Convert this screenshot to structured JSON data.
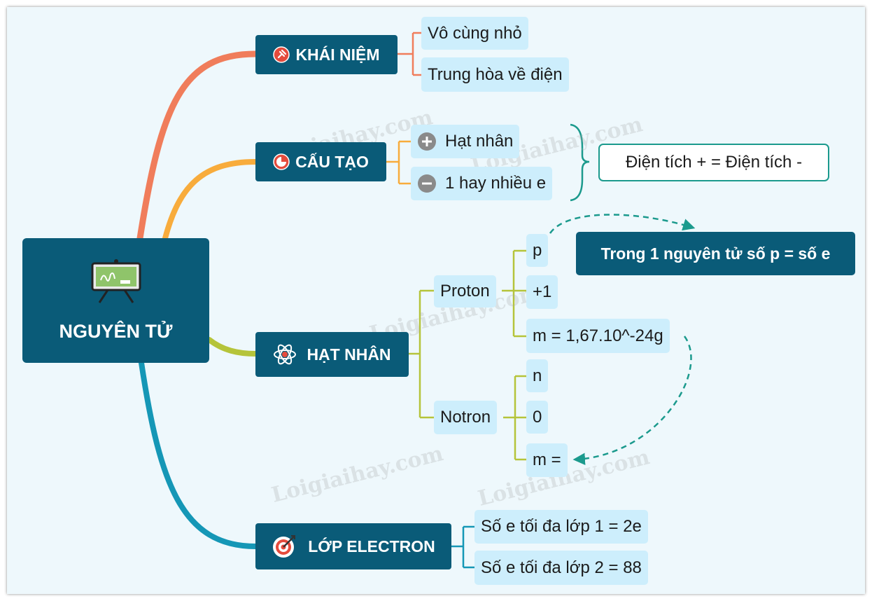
{
  "central": {
    "label": "NGUYÊN TỬ",
    "icon": "blackboard-icon"
  },
  "branches": {
    "khai_niem": {
      "label": "KHÁI NIỆM",
      "icon": "pin-icon",
      "color": "#f07d5b",
      "items": [
        "Vô cùng nhỏ",
        "Trung hòa về điện"
      ]
    },
    "cau_tao": {
      "label": "CẤU TẠO",
      "icon": "pie-chart-icon",
      "color": "#f8ac3c",
      "items": [
        {
          "label": "Hạt nhân",
          "icon": "plus-circle-icon"
        },
        {
          "label": "1 hay nhiều e",
          "icon": "minus-circle-icon"
        }
      ],
      "summary": "Điện tích + = Điện tích -"
    },
    "hat_nhan": {
      "label": "HẠT NHÂN",
      "icon": "atom-icon",
      "color": "#b5c43a",
      "proton": {
        "label": "Proton",
        "items": [
          "p",
          "+1",
          "m = 1,67.10^-24g"
        ]
      },
      "notron": {
        "label": "Notron",
        "items": [
          "n",
          "0",
          "m ="
        ]
      },
      "callout": "Trong 1 nguyên tử số p = số e"
    },
    "lop_electron": {
      "label": "LỚP ELECTRON",
      "icon": "target-icon",
      "color": "#1597b6",
      "items": [
        "Số e tối đa lớp 1 = 2e",
        "Số e tối đa lớp 2 = 88"
      ]
    }
  },
  "watermark": "Loigiaihay.com",
  "colors": {
    "node_dark": "#0a5b78",
    "node_light": "#cdeefc",
    "relation": "#1b9a8d",
    "background": "#eef8fc"
  }
}
